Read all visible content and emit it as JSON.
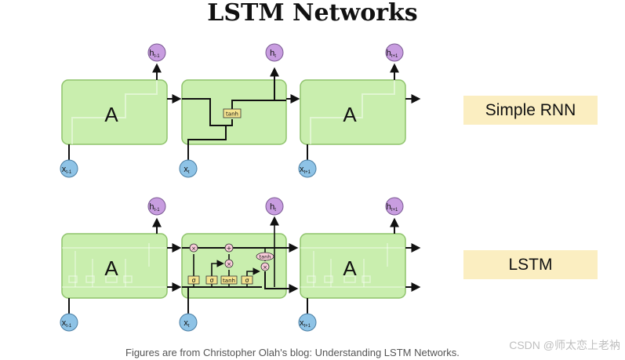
{
  "title": "LSTM Networks",
  "rnn": {
    "label": "Simple RNN",
    "cell_letter": "A",
    "activation": "tanh",
    "outputs": [
      "h",
      "h",
      "h"
    ],
    "output_subs": [
      "t-1",
      "t",
      "t+1"
    ],
    "inputs": [
      "x",
      "x",
      "x"
    ],
    "input_subs": [
      "t-1",
      "t",
      "t+1"
    ]
  },
  "lstm": {
    "label": "LSTM",
    "cell_letter": "A",
    "gates": [
      "σ",
      "σ",
      "tanh",
      "σ"
    ],
    "ops": [
      "×",
      "+",
      "×",
      "×"
    ],
    "cell_tanh": "tanh",
    "outputs": [
      "h",
      "h",
      "h"
    ],
    "output_subs": [
      "t-1",
      "t",
      "t+1"
    ],
    "inputs": [
      "x",
      "x",
      "x"
    ],
    "input_subs": [
      "t-1",
      "t",
      "t+1"
    ]
  },
  "caption": "Figures are from Christopher Olah's blog: Understanding LSTM Networks.",
  "watermark": "CSDN @师太恋上老衲",
  "colors": {
    "cell_fill": "#c9eeae",
    "cell_stroke": "#8fc36c",
    "h_node": "#c89de0",
    "x_node": "#8ec3e6",
    "gate_fill": "#f4e38f",
    "op_fill": "#f7cbd8",
    "label_bg": "#fbeec1"
  }
}
